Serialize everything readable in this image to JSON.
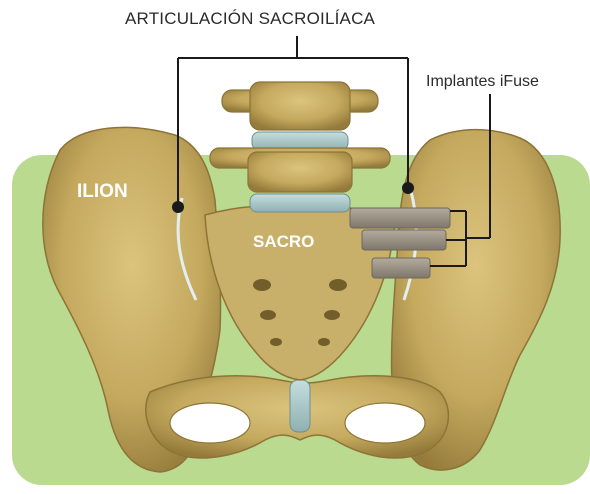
{
  "labels": {
    "joint_title": "ARTICULACIÓN SACROILÍACA",
    "implants": "Implantes iFuse",
    "ilium": "ILION",
    "sacrum": "SACRO"
  },
  "colors": {
    "background_panel": "#b9da8f",
    "bone": "#c7ad63",
    "bone_shadow": "#8d7436",
    "intervertebral_disc": "#a9c6c6",
    "implant": "#9c9384",
    "callout_line": "#1a1a1a",
    "joint_outline": "#e3eef2"
  }
}
